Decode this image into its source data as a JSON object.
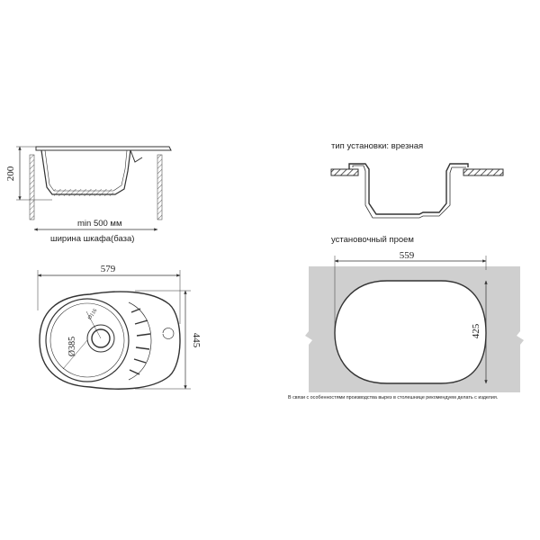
{
  "side_view": {
    "height_dim": "200",
    "min_width_label": "min 500 мм",
    "cabinet_label": "ширина шкафа(база)"
  },
  "top_view": {
    "width_dim": "579",
    "height_dim": "445",
    "bowl_diameter": "Ø385",
    "drain_diameter": "Ø116"
  },
  "install": {
    "type_label": "тип установки: врезная",
    "cutout_label": "установочный проем"
  },
  "cutout": {
    "width_dim": "559",
    "height_dim": "425",
    "footnote": "В связи с особенностями производства вырез в столешнице рекомендуем делать с изделия."
  },
  "colors": {
    "line": "#333333",
    "countertop": "#cfcfcf"
  }
}
